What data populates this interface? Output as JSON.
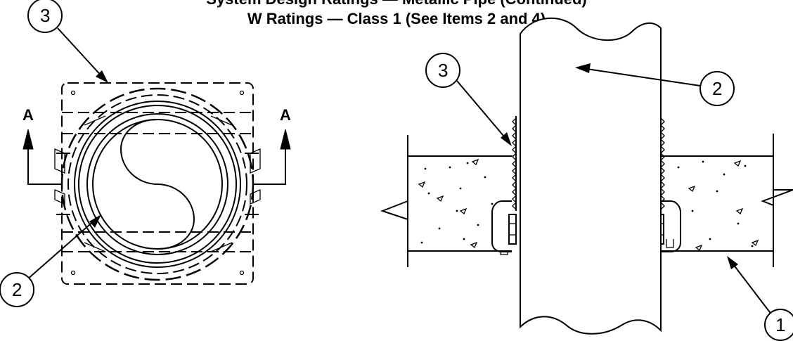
{
  "title": {
    "line1": "System Design Ratings — Metallic Pipe (Continued)",
    "line2": "W Ratings — Class 1 (See Items 2 and 4)"
  },
  "plan_view": {
    "callouts": [
      {
        "label": "3"
      },
      {
        "label": "2"
      }
    ],
    "section_marks": [
      {
        "label": "A"
      },
      {
        "label": "A"
      }
    ]
  },
  "section_view": {
    "callouts": [
      {
        "label": "3"
      },
      {
        "label": "2"
      },
      {
        "label": "1"
      }
    ]
  }
}
